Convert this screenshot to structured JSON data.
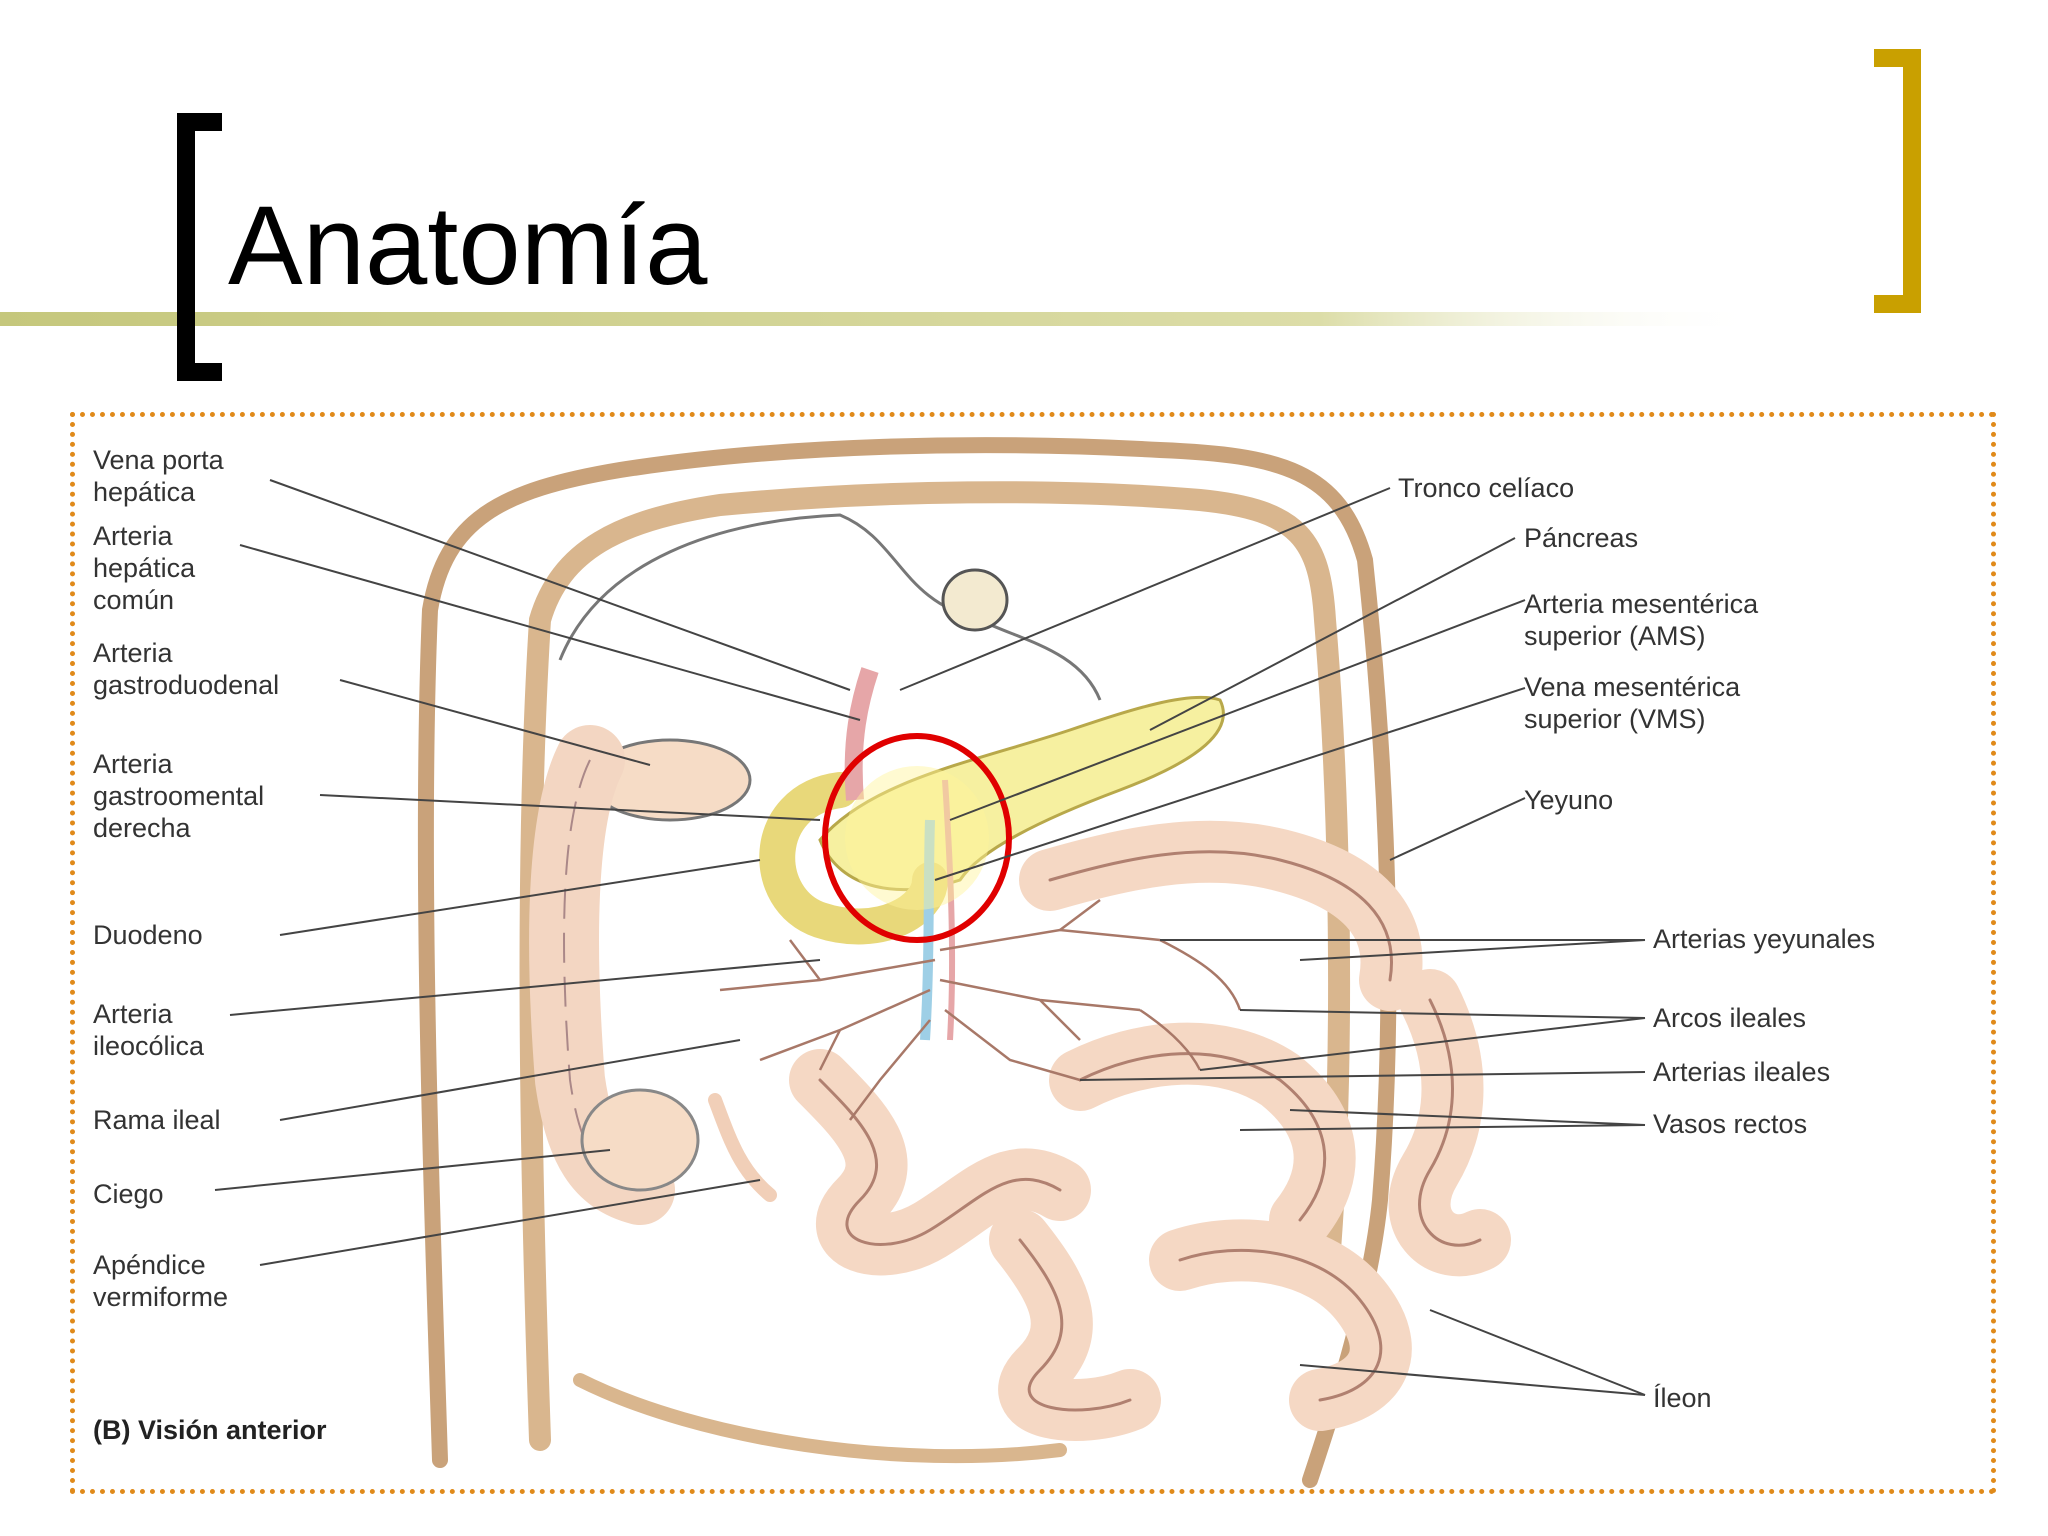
{
  "slide": {
    "title": "Anatomía",
    "colors": {
      "bracket_left": "#000000",
      "bracket_right": "#c9a000",
      "rule": "#c5c77c",
      "frame": "#e08a1a",
      "highlight_circle": "#e00000"
    }
  },
  "figure": {
    "caption": "(B) Visión anterior",
    "labels_left": [
      "Vena porta\nhepática",
      "Arteria\nhepática\ncomún",
      "Arteria\ngastroduodenal",
      "Arteria\ngastroomental\nderecha",
      "Duodeno",
      "Arteria\nileocólica",
      "Rama ileal",
      "Ciego",
      "Apéndice\nvermiforme"
    ],
    "labels_right": [
      "Tronco celíaco",
      "Páncreas",
      "Arteria mesentérica\nsuperior (AMS)",
      "Vena mesentérica\nsuperior (VMS)",
      "Yeyuno",
      "Arterias yeyunales",
      "Arcos ileales",
      "Arterias ileales",
      "Vasos rectos",
      "Íleon"
    ]
  }
}
